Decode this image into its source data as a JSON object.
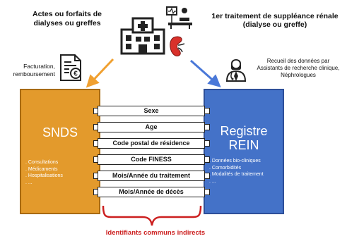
{
  "top_left": {
    "line1": "Actes ou forfaits de",
    "line2": "dialyses ou greffes"
  },
  "top_right": {
    "line1": "1er traitement de suppléance rénale",
    "line2": "(dialyse ou greffe)"
  },
  "billing": {
    "line1": "Facturation,",
    "line2": "remboursement"
  },
  "collection": {
    "line1": "Recueil des données par",
    "line2": "Assistants de recherche clinique,",
    "line3": "Néphrologues"
  },
  "snds": {
    "title": "SNDS",
    "items": [
      "Consultations",
      "Médicaments",
      "Hospitalisations",
      "..."
    ]
  },
  "rein": {
    "title_line1": "Registre",
    "title_line2": "REIN",
    "items": [
      "Données bio-cliniques",
      "Comorbidités",
      "Modalités de traitement",
      "..."
    ]
  },
  "identifiers": [
    "Sexe",
    "Age",
    "Code postal de résidence",
    "Code FINESS",
    "Mois/Année du traitement",
    "Mois/Année de décès"
  ],
  "common_label": "Identifiants communs indirects",
  "colors": {
    "snds": "#e39a2c",
    "rein": "#4472c8",
    "brace": "#cc1f1f",
    "arrow_left": "#f0a030",
    "arrow_right": "#4a78d8"
  },
  "icons": [
    "hospital-icon",
    "medical-procedure-icon",
    "kidney-icon",
    "invoice-euro-icon",
    "doctor-icon"
  ]
}
